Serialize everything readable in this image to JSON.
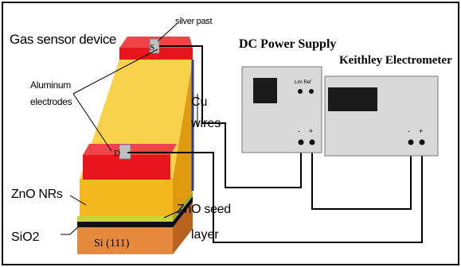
{
  "title": "Gas sensor device",
  "labels": {
    "silver_paste": "silver past",
    "aluminum_line1": "Aluminum",
    "aluminum_line2": "electrodes",
    "cu_line1": "Cu",
    "cu_line2": "wires",
    "zno_nrs": "ZnO NRs",
    "zno_seed_line1": "ZnO seed",
    "zno_seed_line2": "layer",
    "sio2": "SiO2",
    "si": "Si (111)",
    "electrode_s": "S",
    "electrode_d": "D"
  },
  "instruments": {
    "power_supply": {
      "title": "DC Power Supply",
      "knob_labels": "Lim Ref",
      "minus": "-",
      "plus": "+"
    },
    "electrometer": {
      "title": "Keithley Electrometer",
      "minus": "-",
      "plus": "+"
    }
  },
  "colors": {
    "electrode": "#e8161c",
    "zno_nrs": "#f2b81e",
    "zno_nrs_top": "#f7d24a",
    "seed_layer": "#c8d43a",
    "sio2": "#101010",
    "si": "#e58a3c",
    "instrument_body": "#d9d9d9",
    "display": "#1a1a1a"
  }
}
